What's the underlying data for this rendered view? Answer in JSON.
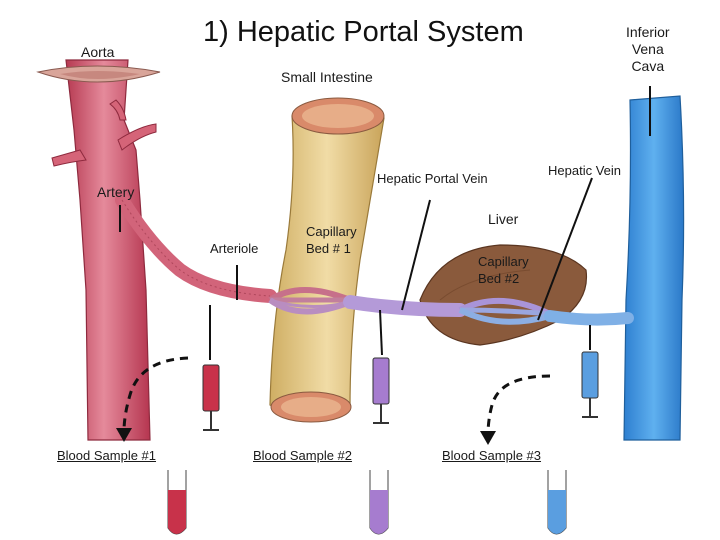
{
  "title": "1) Hepatic Portal System",
  "labels": {
    "aorta": "Aorta",
    "small_intestine": "Small Intestine",
    "ivc_line1": "Inferior",
    "ivc_line2": "Vena",
    "ivc_line3": "Cava",
    "hepatic_vein": "Hepatic Vein",
    "hepatic_portal_vein": "Hepatic Portal Vein",
    "artery": "Artery",
    "liver": "Liver",
    "arteriole": "Arteriole",
    "cap1_line1": "Capillary",
    "cap1_line2": "Bed # 1",
    "cap2_line1": "Capillary",
    "cap2_line2": "Bed #2"
  },
  "samples": [
    {
      "label": "Blood Sample #1",
      "color": "#c8324a"
    },
    {
      "label": "Blood Sample #2",
      "color": "#a67ccf"
    },
    {
      "label": "Blood Sample #3",
      "color": "#5a9ee0"
    }
  ],
  "colors": {
    "aorta": "#d96a7f",
    "artery": "#d9657a",
    "intestine": "#e3c98a",
    "liver": "#8a5a3c",
    "portal": "#b49ad8",
    "ivc": "#4a9be0",
    "hepatic_vein": "#7fb0e6"
  }
}
